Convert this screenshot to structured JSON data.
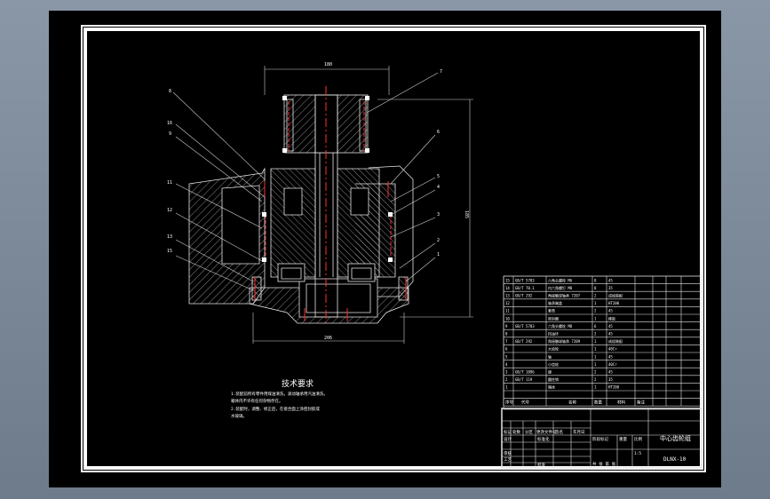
{
  "drawing": {
    "dimension_top": "180",
    "dimension_bottom": "206",
    "dimension_right": "185",
    "callouts": [
      "8",
      "16",
      "9",
      "11",
      "12",
      "13",
      "15",
      "7",
      "6",
      "5",
      "4",
      "3",
      "2",
      "1"
    ]
  },
  "notes": {
    "title": "技术要求",
    "lines": [
      "1.装配前所有零件用煤油清洗，滚动轴承用汽油清洗，",
      "  箱体内不许有任何杂物存在。",
      "2.装配时，调整、修正后，在接合面上涂密封胶或",
      "  水玻璃。"
    ]
  },
  "parts_table": {
    "rows": [
      [
        "15",
        "GB/T 5783",
        "六角头螺栓 M6",
        "8",
        "45",
        ""
      ],
      [
        "14",
        "GB/T 70.1",
        "内六角螺钉 M8",
        "8",
        "35",
        ""
      ],
      [
        "13",
        "GB/T 292",
        "角接触球轴承 7207",
        "2",
        "成组装配",
        ""
      ],
      [
        "12",
        "",
        "轴承端盖",
        "1",
        "HT200",
        ""
      ],
      [
        "11",
        "",
        "套筒",
        "2",
        "45",
        ""
      ],
      [
        "10",
        "",
        "密封圈",
        "1",
        "橡胶",
        ""
      ],
      [
        "9",
        "GB/T 5783",
        "六角头螺栓 M8",
        "6",
        "45",
        ""
      ],
      [
        "8",
        "",
        "挡油环",
        "2",
        "45",
        ""
      ],
      [
        "7",
        "GB/T 292",
        "角接触球轴承 7209",
        "1",
        "成组装配",
        ""
      ],
      [
        "6",
        "",
        "大齿轮",
        "1",
        "40Cr",
        ""
      ],
      [
        "5",
        "",
        "轴",
        "1",
        "45",
        ""
      ],
      [
        "4",
        "",
        "小齿轮",
        "1",
        "40Cr",
        ""
      ],
      [
        "3",
        "GB/T 1096",
        "键",
        "2",
        "45",
        ""
      ],
      [
        "2",
        "GB/T 119",
        "圆柱销",
        "2",
        "35",
        ""
      ],
      [
        "1",
        "",
        "箱体",
        "1",
        "HT200",
        ""
      ]
    ],
    "header": [
      "序号",
      "代号",
      "名称",
      "数量",
      "材料",
      "备注"
    ]
  },
  "title_block": {
    "drawing_name": "中心齿轮组",
    "drawing_code": "DLNX-10",
    "labels": [
      "标记",
      "处数",
      "分区",
      "更改文件号",
      "签名",
      "年月日",
      "设计",
      "标准化",
      "阶段标记",
      "重量",
      "比例",
      "审核",
      "工艺",
      "批准"
    ],
    "scale": "1:5",
    "sheet": "共 张 第 张"
  }
}
